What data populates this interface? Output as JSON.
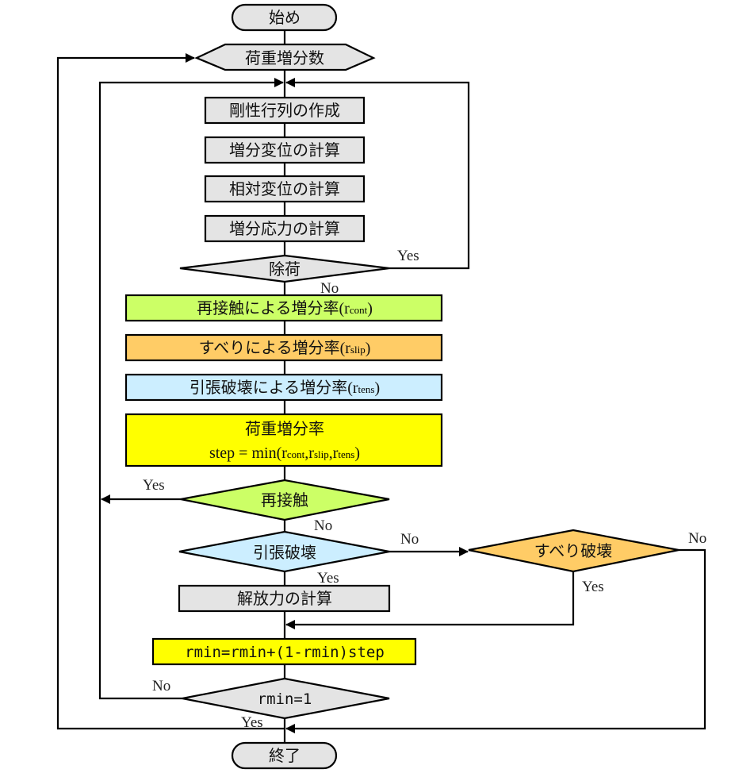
{
  "colors": {
    "gray": "#e4e4e4",
    "green": "#ccff66",
    "orange": "#ffcc66",
    "lightblue": "#cceeff",
    "yellow": "#ffff00"
  },
  "nodes": {
    "start": "始め",
    "loop_count": "荷重増分数",
    "stiffness": "剛性行列の作成",
    "incr_disp": "増分変位の計算",
    "rel_disp": "相対変位の計算",
    "incr_stress": "増分応力の計算",
    "unload": "除荷",
    "rate_cont": {
      "text": "再接触による増分率",
      "open": "(r",
      "sub": "cont",
      "close": ")"
    },
    "rate_slip": {
      "text": "すべりによる増分率",
      "open": "(r",
      "sub": "slip",
      "close": ")"
    },
    "rate_tens": {
      "text": "引張破壊による増分率",
      "open": "(r",
      "sub": "tens",
      "close": ")"
    },
    "load_rate": {
      "title": "荷重増分率",
      "formula_prefix": "step = min(r",
      "sub1": "cont",
      "mid1": ",r",
      "sub2": "slip",
      "mid2": ",r",
      "sub3": "tens",
      "suffix": ")"
    },
    "recontact": "再接触",
    "tension_failure": "引張破壊",
    "slip_failure": "すべり破壊",
    "release_force": "解放力の計算",
    "rmin_update": "rmin=rmin+(1-rmin)step",
    "rmin_check": "rmin=1",
    "end": "終了"
  },
  "edge_labels": {
    "unload_yes": "Yes",
    "unload_no": "No",
    "recontact_yes": "Yes",
    "recontact_no": "No",
    "tension_no": "No",
    "tension_yes": "Yes",
    "slip_no": "No",
    "slip_yes": "Yes",
    "rmin_no": "No",
    "rmin_yes": "Yes"
  }
}
